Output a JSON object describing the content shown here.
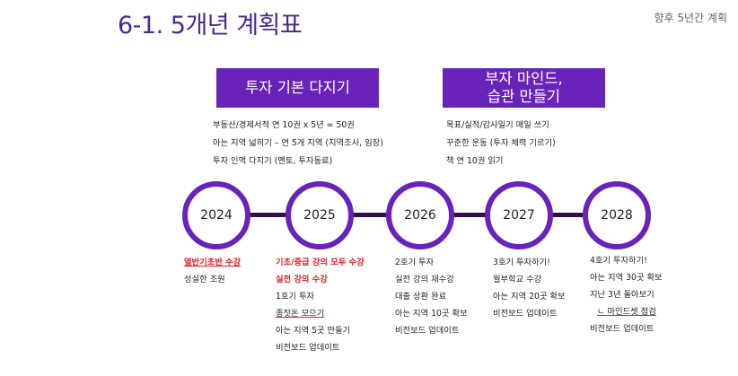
{
  "title": "6-1. 5개년 계획표",
  "subtitle": "향후 5년간 계획",
  "pills": [
    {
      "lines": [
        "투자 기본 다지기"
      ]
    },
    {
      "lines": [
        "부자 마인드,",
        "습관 만들기"
      ]
    }
  ],
  "goals_left": [
    "부동산/경제서적 연 10권 x 5년 = 50권",
    "아는 지역 넓히기 – 연 5개 지역 (지역조사, 임장)",
    "투자 인맥 다지기 (멘토, 투자동료)"
  ],
  "goals_right": [
    "목표/실적/감사일기 매일 쓰기",
    "꾸준한 운동 (투자 체력 기르기)",
    "책 연 10권 읽기"
  ],
  "years": [
    "2024",
    "2025",
    "2026",
    "2027",
    "2028"
  ],
  "plans": {
    "y2024": [
      "열반기초반 수강",
      "성실한 조원"
    ],
    "y2025": [
      "기초/중급 강의 모두 수강",
      "실전 강의 수강",
      "1호기 투자",
      "종잣돈 모으기",
      "아는 지역 5곳 만들기",
      "비전보드 업데이트"
    ],
    "y2026": [
      "2호기 투자",
      "실전 강의 재수강",
      "대출 상환 완료",
      "아는 지역 10곳 확보",
      "비전보드 업데이트"
    ],
    "y2027": [
      "3호기 투자하기!",
      "월부학교 수강",
      "아는 지역 20곳 확보",
      "비전보드 업데이트"
    ],
    "y2028": [
      "4호기 투자하기!",
      "아는 지역 30곳 확보",
      "지난 3년 돌아보기",
      "ㄴ 마인드셋 점검",
      "비전보드 업데이트"
    ]
  },
  "colors": {
    "accent": "#6a23b9",
    "title": "#4b2a8f",
    "highlight": "#e0202a",
    "line": "#2f1147"
  }
}
